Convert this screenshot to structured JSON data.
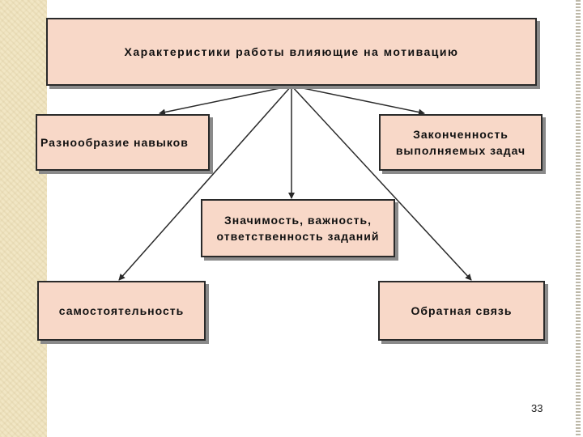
{
  "diagram": {
    "top_box": "Характеристики работы влияющие на мотивацию",
    "skills_box": "Разнообразие навыков",
    "completeness_box": [
      "Законченность",
      "выполняемых задач"
    ],
    "significance_box": [
      "Значимость, важность,",
      "ответственность заданий"
    ],
    "autonomy_box": "самостоятельность",
    "feedback_box": "Обратная связь"
  },
  "page_number": "33",
  "colors": {
    "box_fill": "#f8d8c8",
    "box_border": "#2a2a2a",
    "side_strip": "#f1e6c4"
  }
}
